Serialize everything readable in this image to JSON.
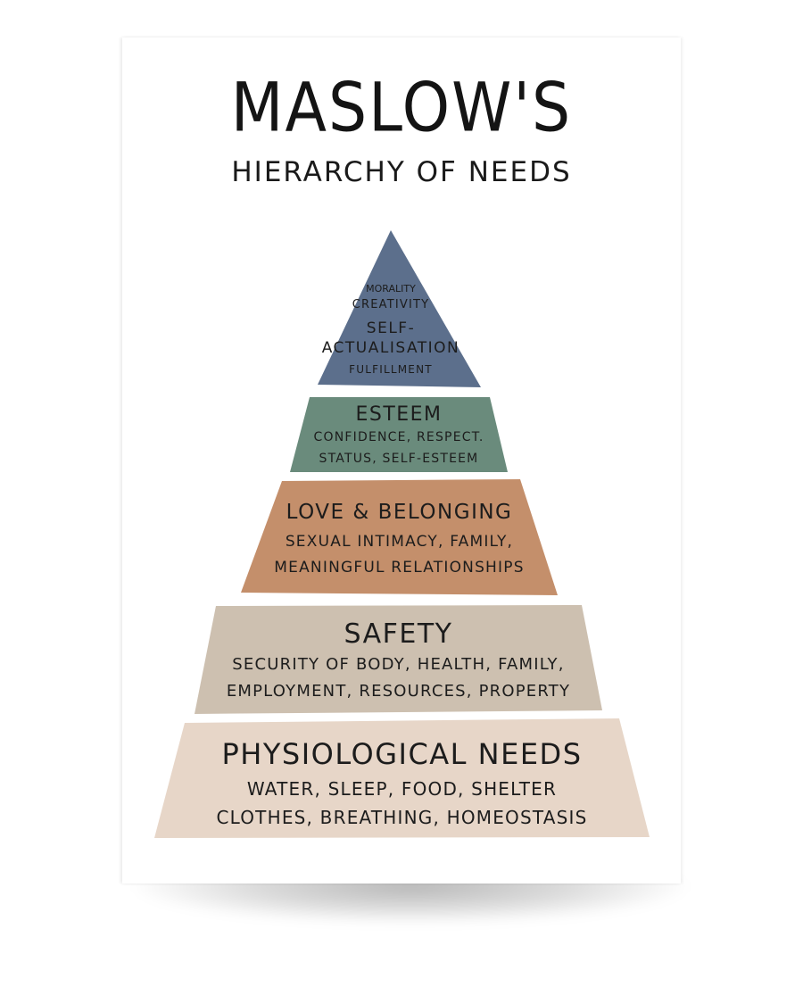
{
  "poster": {
    "title": "MASLOW'S",
    "subtitle": "HIERARCHY OF NEEDS"
  },
  "levels": [
    {
      "name": "SELF-ACTUALISATION",
      "name_line1": "SELF-",
      "name_line2": "ACTUALISATION",
      "items_top1": "MORALITY",
      "items_top2": "CREATIVITY",
      "items_bottom": "FULFILLMENT",
      "color": "#5c6f8c"
    },
    {
      "name": "ESTEEM",
      "line1": "CONFIDENCE, RESPECT.",
      "line2": "STATUS, SELF-ESTEEM",
      "color": "#6a8b7c"
    },
    {
      "name": "LOVE & BELONGING",
      "line1": "SEXUAL INTIMACY, FAMILY,",
      "line2": "MEANINGFUL RELATIONSHIPS",
      "color": "#c48f6b"
    },
    {
      "name": "SAFETY",
      "line1": "SECURITY OF BODY, HEALTH, FAMILY,",
      "line2": "EMPLOYMENT, RESOURCES, PROPERTY",
      "color": "#cdc0b0"
    },
    {
      "name": "PHYSIOLOGICAL NEEDS",
      "line1": "WATER, SLEEP, FOOD, SHELTER",
      "line2": "CLOTHES, BREATHING, HOMEOSTASIS",
      "color": "#e7d6c8"
    }
  ]
}
